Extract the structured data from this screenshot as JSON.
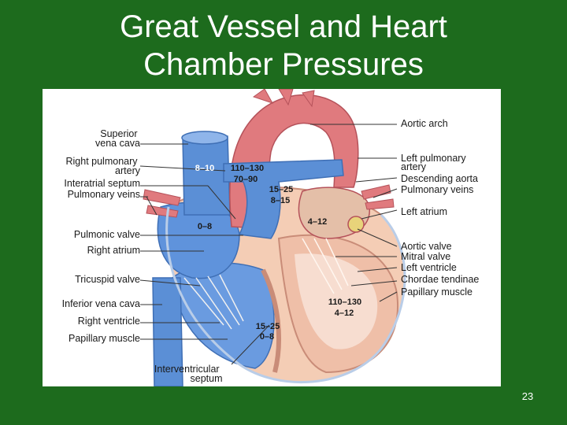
{
  "slide": {
    "title_line1": "Great Vessel and Heart",
    "title_line2": "Chamber Pressures",
    "page_number": "23"
  },
  "diagram": {
    "labels_left": [
      {
        "text": "Superior",
        "text2": "vena cava"
      },
      {
        "text": "Right pulmonary",
        "text2": "artery"
      },
      {
        "text": "Interatrial septum"
      },
      {
        "text": "Pulmonary veins"
      },
      {
        "text": "Pulmonic valve"
      },
      {
        "text": "Right atrium"
      },
      {
        "text": "Tricuspid valve"
      },
      {
        "text": "Inferior vena cava"
      },
      {
        "text": "Right ventricle"
      },
      {
        "text": "Papillary muscle"
      }
    ],
    "labels_right": [
      {
        "text": "Aortic arch"
      },
      {
        "text": "Left pulmonary",
        "text2": "artery"
      },
      {
        "text": "Descending aorta"
      },
      {
        "text": "Pulmonary veins"
      },
      {
        "text": "Left atrium"
      },
      {
        "text": "Aortic valve"
      },
      {
        "text": "Mitral valve"
      },
      {
        "text": "Left ventricle"
      },
      {
        "text": "Chordae tendinae"
      },
      {
        "text": "Papillary muscle"
      }
    ],
    "label_bottom": {
      "text": "Interventricular",
      "text2": "septum"
    },
    "pressures": {
      "svc": "8–10",
      "aorta_systolic": "110–130",
      "aorta_diastolic": "70–90",
      "pa_systolic": "15–25",
      "pa_diastolic": "8–15",
      "left_atrium": "4–12",
      "right_atrium": "0–8",
      "lv_systolic": "110–130",
      "lv_diastolic": "4–12",
      "rv_systolic": "15–25",
      "rv_diastolic": "0–8"
    },
    "colors": {
      "oxygenated": "#e07a7e",
      "deoxygenated": "#5b8fd6",
      "muscle": "#f2c9b0",
      "background": "#ffffff"
    }
  }
}
